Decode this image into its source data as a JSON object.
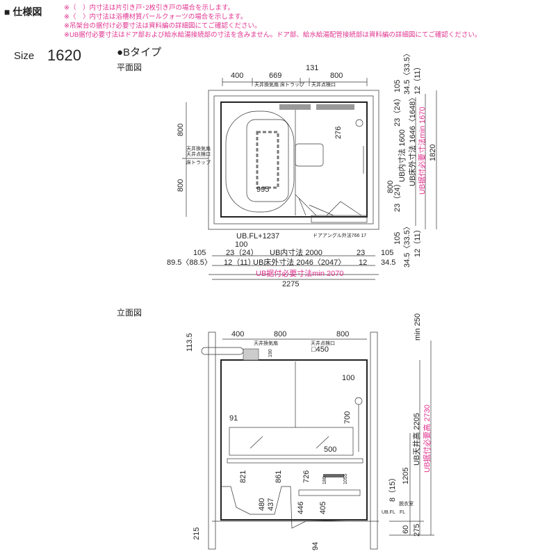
{
  "header": {
    "title": "■ 仕様図",
    "notes": [
      "※（　）内寸法は片引き戸･2枚引き戸の場合を示します。",
      "※〈　〉内寸法は浴槽材質パールクォーツの場合を示します。",
      "※吊架台の据付け必要寸法は資料編の詳細図にてご確認ください。",
      "※UB据付必要寸法はドア部および給水給湯接続部の寸法を含みません。ドア部、給水給湯配管接続部は資料編の詳細図にてご確認ください。"
    ],
    "note_color": "#e0338f"
  },
  "size": {
    "label": "Size",
    "value": "1620"
  },
  "type_label": "●Bタイプ",
  "plan": {
    "title": "平面図",
    "top": {
      "d1": "400",
      "d2": "669",
      "d3": "131",
      "d4": "800",
      "fan": "天井換気扇",
      "trap": "床トラップ",
      "hatch": "天井点検口"
    },
    "left": {
      "d1": "800",
      "d2": "800",
      "l1": "天井換気扇",
      "l2": "天井点検口",
      "l3": "床トラップ"
    },
    "inner": {
      "tub": "995",
      "d276": "276"
    },
    "right": {
      "r105a": "105",
      "r345a": "34.5〈33.5〉",
      "r12a": "12（11）",
      "r23a": "23（24）",
      "inner": "UB内寸法 1600",
      "floor": "UB床外寸法 1646〈1648〉",
      "req": "UB据付必要寸法min 1670",
      "total": "1820",
      "d800": "800",
      "r23b": "23（24）",
      "r105b": "105",
      "r345b": "34.5〈33.5〉",
      "r12b": "12（11）"
    },
    "bottom": {
      "flh": "UB.FL+1237",
      "door": "ドアアングル外法766 17",
      "d100": "100",
      "b105a": "105",
      "b23a": "23（24）",
      "inner": "UB内寸法 2000",
      "b23b": "23",
      "b105b": "105",
      "b895": "89.5〈88.5〉",
      "b12a": "12（11）",
      "floor": "UB床外寸法 2046〈2047〉",
      "b12b": "12",
      "b345": "34.5",
      "req": "UB据付必要寸法min 2070",
      "total": "2275"
    }
  },
  "elevation": {
    "title": "立面図",
    "top": {
      "d1": "400",
      "d2": "800",
      "d3": "800",
      "fan": "天井換気扇",
      "hatch": "天井点検口",
      "hatch_size": "□450",
      "d190": "190",
      "d1135": "113.5"
    },
    "inner": {
      "d100": "100",
      "d700": "700",
      "d91": "91",
      "d500": "500",
      "d821": "821",
      "d861": "861",
      "d726": "726",
      "d180": "180",
      "d1055": "1055",
      "d480": "480",
      "d437": "437",
      "d446": "446",
      "d405": "405",
      "d215": "215",
      "d94": "94"
    },
    "right": {
      "min250": "min 250",
      "ceiling": "UB天井高 2205",
      "req": "UB据付必要高 2730",
      "d1205": "1205",
      "d815": "8（15）",
      "dressing": "脱衣室",
      "fl": "FL",
      "ubfl": "UB.FL",
      "d60": "60",
      "d275": "275"
    }
  }
}
